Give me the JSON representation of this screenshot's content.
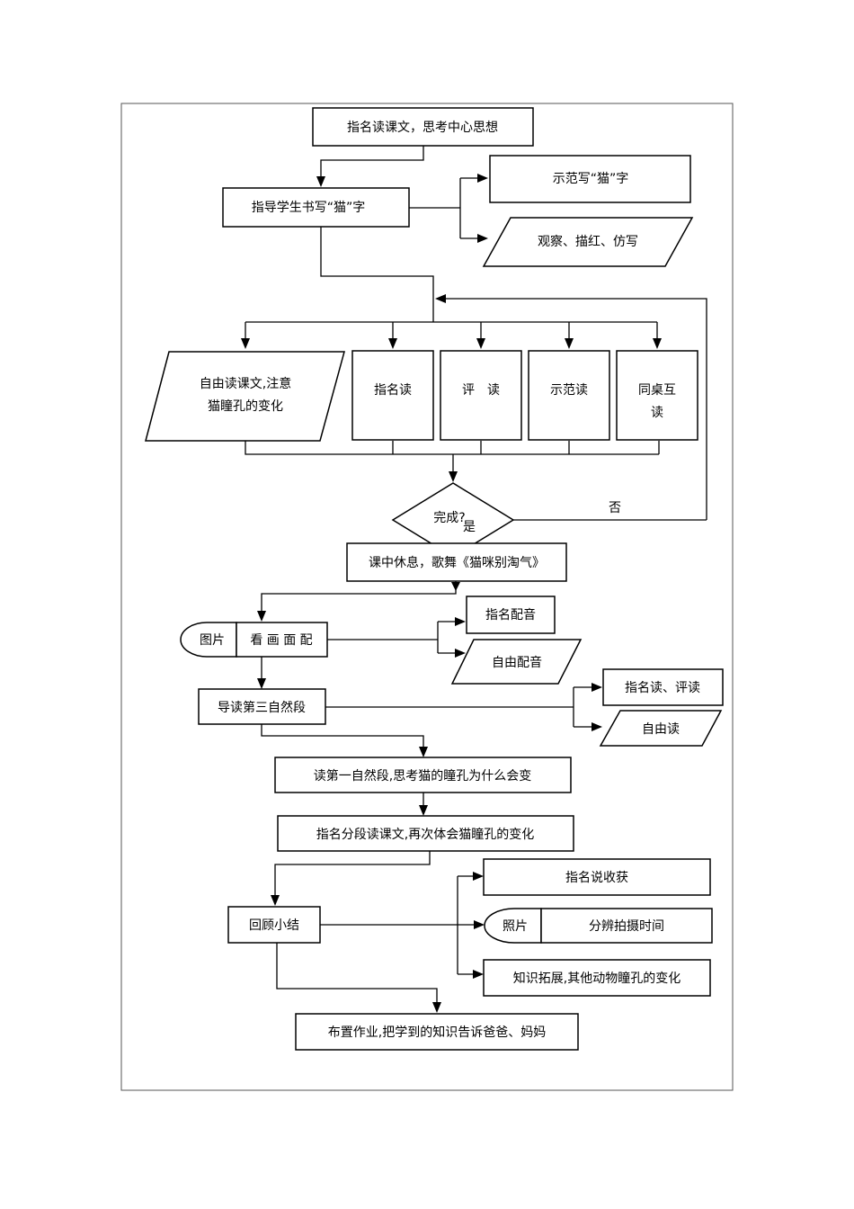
{
  "nodes": {
    "n1": "指名读课文，思考中心思想",
    "n2": "指导学生书写“猫”字",
    "n2a": "示范写“猫”字",
    "n2b": "观察、描红、仿写",
    "r1_line1": "自由读课文,注意",
    "r1_line2": "猫瞳孔的变化",
    "r2": "指名读",
    "r3": "评　读",
    "r4": "示范读",
    "r5_line1": "同桌互",
    "r5_line2": "读",
    "decision": "完成?",
    "yes": "是",
    "no": "否",
    "n3": "课中休息，歌舞《猫咪别淘气》",
    "pic_tag": "图片",
    "n4": "看 画 面 配",
    "n4a": "指名配音",
    "n4b": "自由配音",
    "n5": "导读第三自然段",
    "n5a": "指名读、评读",
    "n5b": "自由读",
    "n6": "读第一自然段,思考猫的瞳孔为什么会变",
    "n7": "指名分段读课文,再次体会猫瞳孔的变化",
    "n8": "回顾小结",
    "n8a": "指名说收获",
    "photo_tag": "照片",
    "n8b": "分辨拍摄时间",
    "n8c": "知识拓展,其他动物瞳孔的变化",
    "n9": "布置作业,把学到的知识告诉爸爸、妈妈"
  }
}
